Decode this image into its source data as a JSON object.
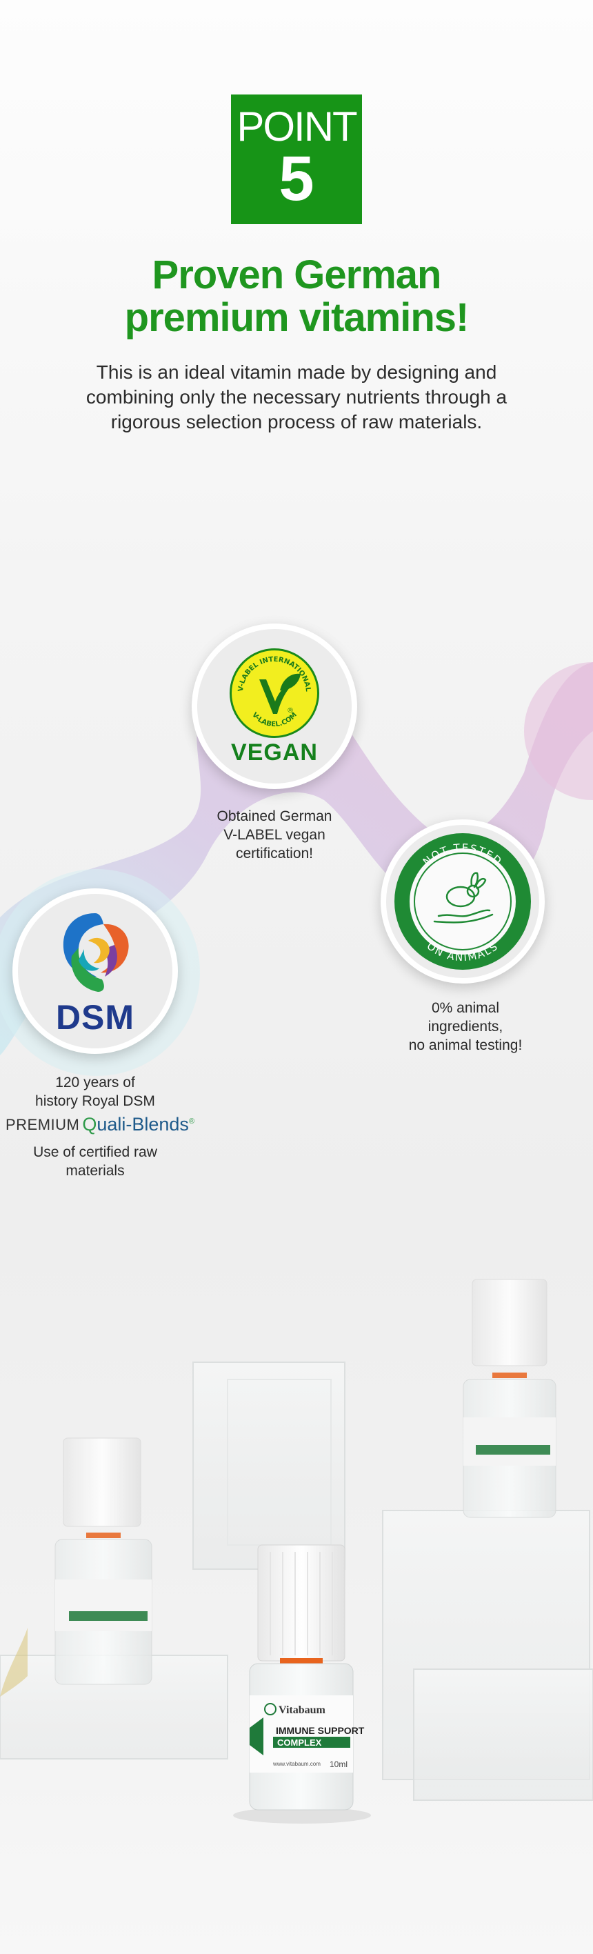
{
  "badge": {
    "word": "POINT",
    "number": "5"
  },
  "headline": {
    "line1": "Proven German",
    "line2": "premium vitamins!"
  },
  "intro": "This is an ideal vitamin made by designing and combining only the necessary nutrients through a rigorous selection process of raw materials.",
  "vegan": {
    "ring_text": "V-LABEL INTERNATIONAL",
    "bottom_text": "V-LABEL.COM",
    "registered": "®",
    "word": "VEGAN",
    "caption": [
      "Obtained German",
      "V-LABEL vegan",
      "certification!"
    ]
  },
  "not_tested": {
    "top_text": "NOT TESTED",
    "bottom_text": "ON ANIMALS",
    "caption": [
      "0% animal",
      "ingredients,",
      "no animal testing!"
    ]
  },
  "dsm": {
    "word": "DSM",
    "caption": [
      "120 years of",
      "history Royal DSM"
    ]
  },
  "quali_blends": {
    "premium": "PREMIUM",
    "brand_q": "Q",
    "brand_rest": "uali-Blends",
    "registered": "®",
    "caption": [
      "Use of certified raw",
      "materials"
    ]
  },
  "product": {
    "brand": "Vitabaum",
    "name_line1": "IMMUNE SUPPORT",
    "name_line2": "COMPLEX",
    "volume": "10ml",
    "url": "www.vitabaum.com"
  },
  "colors": {
    "accent_green": "#1f961f",
    "badge_green": "#179417",
    "vegan_yellow": "#f2ee1f",
    "dsm_blue": "#1f3a8c",
    "bottle_cap": "#ffffff",
    "bottle_ring": "#e8641e"
  }
}
